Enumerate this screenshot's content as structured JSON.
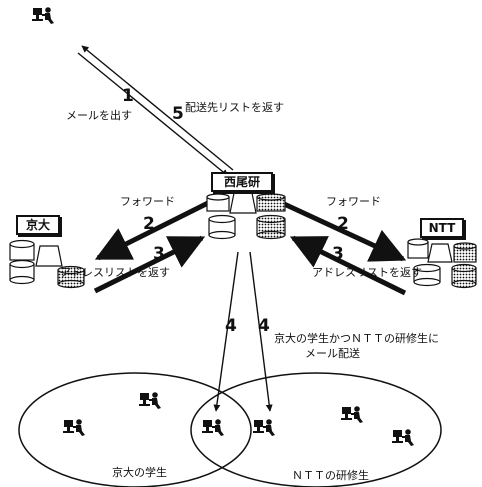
{
  "nodes": {
    "center": "西尾研",
    "left": "京大",
    "right": "NTT"
  },
  "steps": {
    "s1": {
      "num": "1",
      "text": "メールを出す"
    },
    "s5": {
      "num": "5",
      "text": "配送先リストを返す"
    },
    "s2_left": {
      "num": "2",
      "text": "フォワード"
    },
    "s2_right": {
      "num": "2",
      "text": "フォワード"
    },
    "s3_left": {
      "num": "3",
      "text": "アドレスリストを返す"
    },
    "s3_right": {
      "num": "3",
      "text": "アドレスリストを返す"
    },
    "s4_a": {
      "num": "4"
    },
    "s4_b": {
      "num": "4"
    },
    "s4_text": [
      "京大の学生かつＮＴＴの研修生に",
      "メール配送"
    ]
  },
  "sets": {
    "left": "京大の学生",
    "right": "ＮＴＴの研修生"
  },
  "icons": {
    "person": "person-at-computer-icon",
    "database": "database-cylinder-icon"
  },
  "colors": {
    "ink": "#111111",
    "background": "#ffffff"
  }
}
